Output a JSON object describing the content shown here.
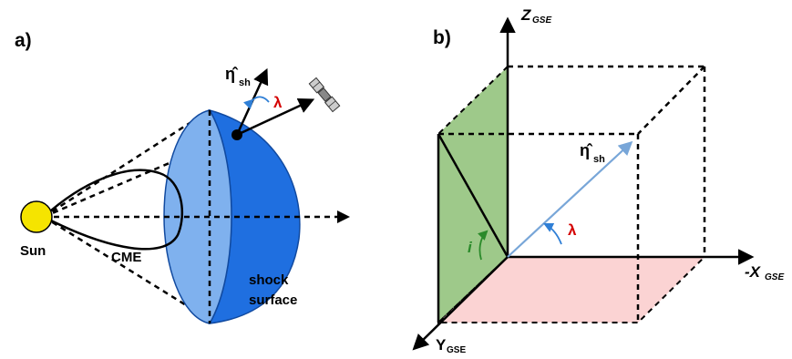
{
  "panel_a": {
    "label": "a)",
    "sun_label": "Sun",
    "cme_label": "CME",
    "shock_label_line1": "shock",
    "shock_label_line2": "surface",
    "normal_symbol": "η̂",
    "normal_sub": "sh",
    "angle_label": "λ"
  },
  "panel_b": {
    "label": "b)",
    "z_axis_main": "Z",
    "z_axis_sub": "GSE",
    "x_axis_main": "-X",
    "x_axis_sub": "GSE",
    "y_axis_main": "Y",
    "y_axis_sub": "GSE",
    "normal_symbol": "η̂",
    "normal_sub": "sh",
    "angle_lambda": "λ",
    "angle_i": "i"
  },
  "colors": {
    "sun_fill": "#f5e400",
    "shock_dark": "#1f6fe0",
    "shock_light": "#7fb1ee",
    "plane_green": "#9ec98a",
    "plane_pink": "#fbd3d3",
    "normal_vector": "#78a6d8",
    "angle_red": "#d40000",
    "angle_green": "#2a8a2a",
    "arc_blue": "#2f7fd6"
  }
}
